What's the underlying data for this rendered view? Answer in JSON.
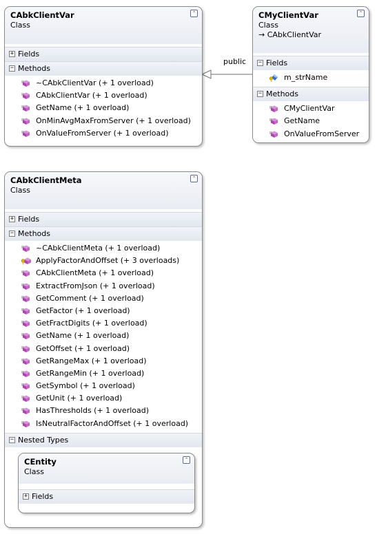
{
  "collapse_glyph": "⌃",
  "expand_glyph": "+",
  "collapsed_glyph": "−",
  "classes": {
    "cabkclientvar": {
      "name": "CAbkClientVar",
      "kind": "Class",
      "fields_label": "Fields",
      "methods_label": "Methods",
      "methods": [
        "~CAbkClientVar (+ 1 overload)",
        "CAbkClientVar (+ 1 overload)",
        "GetName (+ 1 overload)",
        "OnMinAvgMaxFromServer (+ 1 overload)",
        "OnValueFromServer (+ 1 overload)"
      ]
    },
    "cmyclientvar": {
      "name": "CMyClientVar",
      "kind": "Class",
      "base": "→ CAbkClientVar",
      "fields_label": "Fields",
      "fields": [
        "m_strName"
      ],
      "methods_label": "Methods",
      "methods": [
        "CMyClientVar",
        "GetName",
        "OnValueFromServer"
      ]
    },
    "cabkclientmeta": {
      "name": "CAbkClientMeta",
      "kind": "Class",
      "fields_label": "Fields",
      "methods_label": "Methods",
      "methods": [
        "~CAbkClientMeta (+ 1 overload)",
        "ApplyFactorAndOffset (+ 3 overloads)",
        "CAbkClientMeta (+ 1 overload)",
        "ExtractFromJson (+ 1 overload)",
        "GetComment (+ 1 overload)",
        "GetFactor (+ 1 overload)",
        "GetFractDigits (+ 1 overload)",
        "GetName (+ 1 overload)",
        "GetOffset (+ 1 overload)",
        "GetRangeMax (+ 1 overload)",
        "GetRangeMin (+ 1 overload)",
        "GetSymbol (+ 1 overload)",
        "GetUnit (+ 1 overload)",
        "HasThresholds (+ 1 overload)",
        "IsNeutralFactorAndOffset (+ 1 overload)"
      ],
      "method_icons": [
        "public",
        "protected",
        "public",
        "public",
        "public",
        "public",
        "public",
        "public",
        "public",
        "public",
        "public",
        "public",
        "public",
        "public",
        "public"
      ],
      "nested_label": "Nested Types"
    },
    "centity": {
      "name": "CEntity",
      "kind": "Class",
      "fields_label": "Fields"
    }
  },
  "inheritance": {
    "label": "public"
  },
  "colors": {
    "method_icon": "#b33fb5",
    "field_icon": "#2d6fc9",
    "protected_key": "#e2b400"
  }
}
